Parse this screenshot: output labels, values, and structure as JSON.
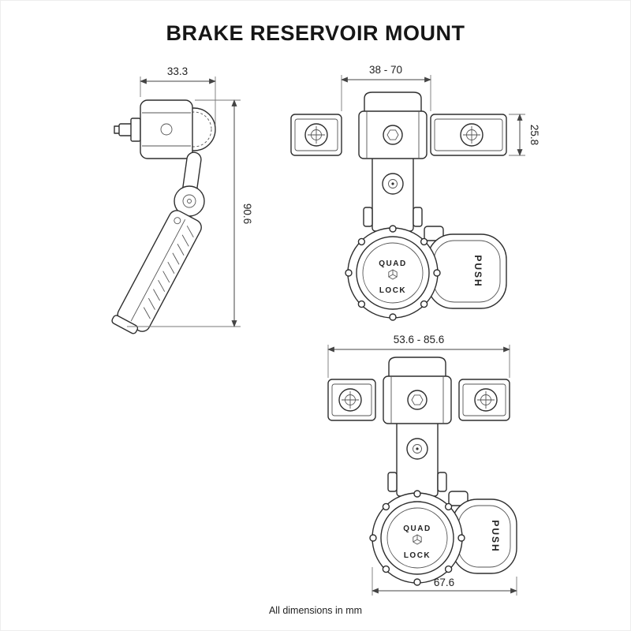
{
  "title": "BRAKE RESERVOIR MOUNT",
  "footer_note": "All dimensions in mm",
  "brand": {
    "line1": "QUAD",
    "line2": "LOCK"
  },
  "lever_label": "PUSH",
  "dimensions": {
    "side_width": "33.3",
    "side_height": "90.6",
    "front_width_range": "38 - 70",
    "front_bar_height": "25.8",
    "bottom_width_range": "53.6 - 85.6",
    "head_width": "67.6"
  }
}
